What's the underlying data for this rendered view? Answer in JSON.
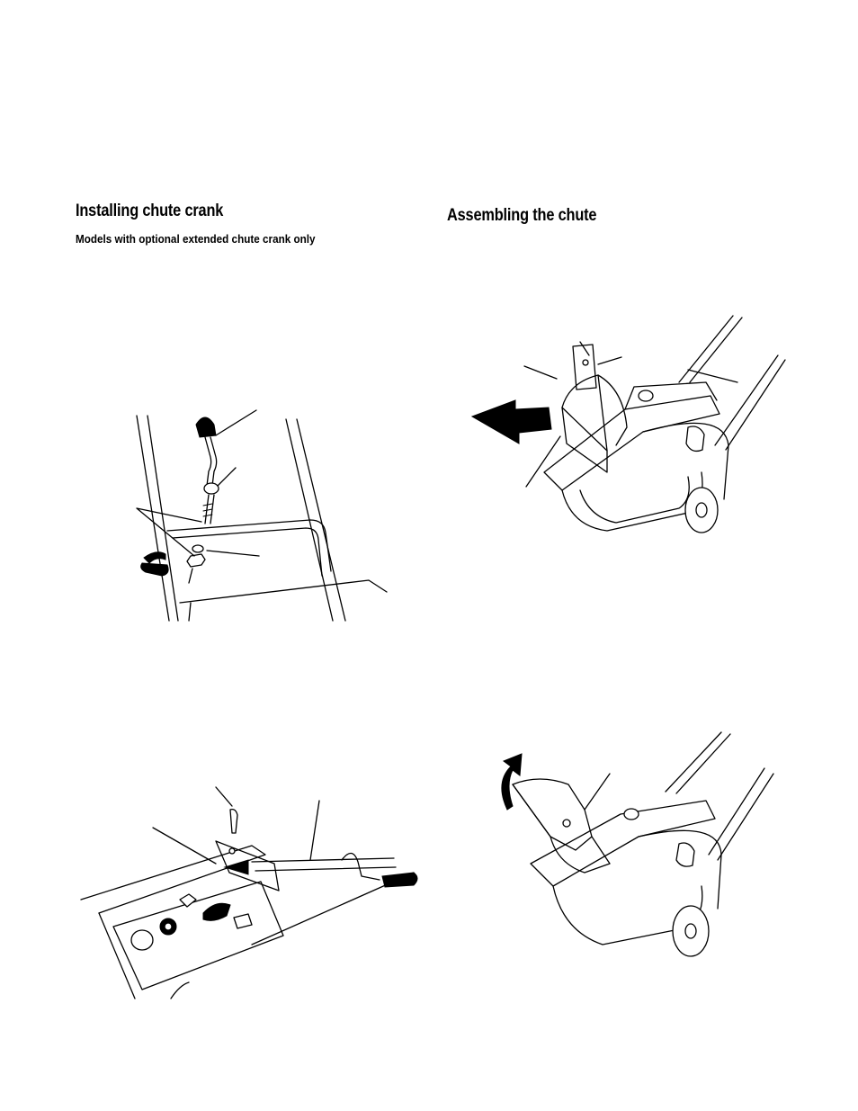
{
  "left_section": {
    "heading": "Installing chute crank",
    "subheading": "Models with  optional extended chute crank only"
  },
  "right_section": {
    "heading": "Assembling the chute"
  }
}
